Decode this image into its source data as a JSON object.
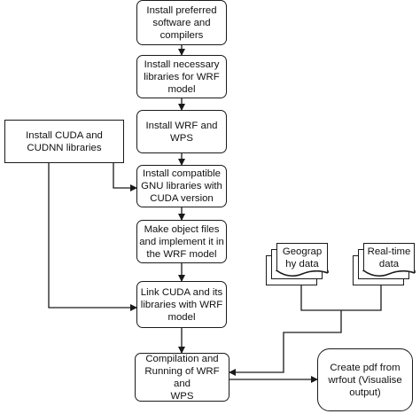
{
  "steps": {
    "install_software": "Install preferred\nsoftware and\ncompilers",
    "install_libraries": "Install necessary\nlibraries for WRF\nmodel",
    "install_wrf_wps": "Install WRF and WPS",
    "install_gnu": "Install compatible\nGNU libraries with\nCUDA version",
    "make_object_files": "Make object files\nand implement it in\nthe WRF model",
    "link_cuda": "Link CUDA and its\nlibraries with WRF\nmodel",
    "compilation": "Compilation and\nRunning of WRF and\nWPS"
  },
  "side": {
    "install_cuda": "Install CUDA and\nCUDNN libraries",
    "create_pdf": "Create pdf from\nwrfout (Visualise\noutput)"
  },
  "inputs": {
    "geographic": "Geograp\nhy data",
    "realtime": "Real-time\ndata"
  },
  "colors": {
    "stroke": "#1a1a1a",
    "fill": "#ffffff",
    "text": "#111111"
  }
}
